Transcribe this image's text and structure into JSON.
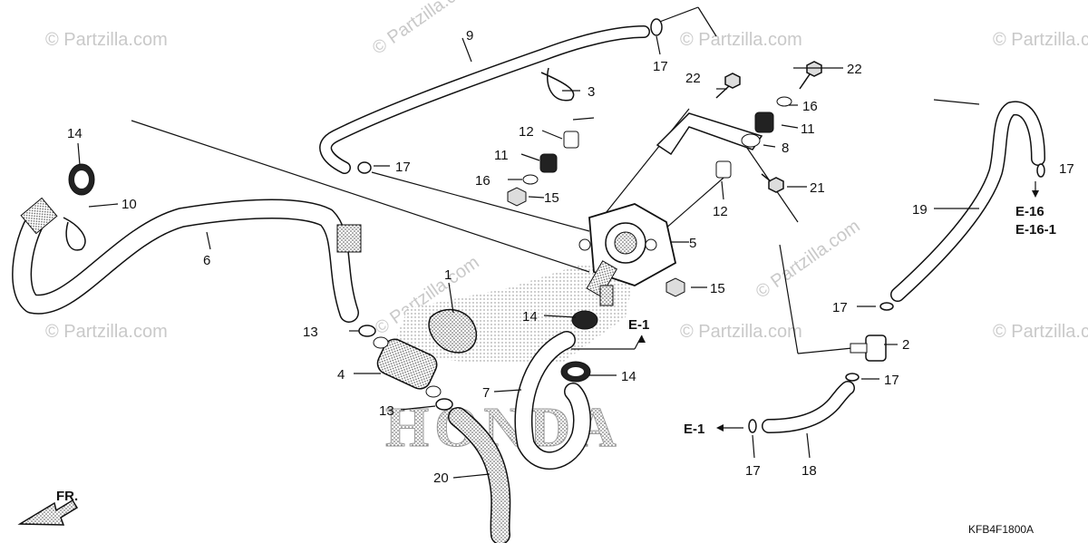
{
  "diagram": {
    "drawing_code": "KFB4F1800A",
    "watermark": "© Partzilla.com",
    "brand_logo": "HONDA",
    "direction_label": "FR.",
    "callouts": {
      "c1": "1",
      "c2": "2",
      "c3": "3",
      "c4": "4",
      "c5": "5",
      "c6": "6",
      "c7": "7",
      "c8": "8",
      "c9": "9",
      "c10": "10",
      "c11a": "11",
      "c11b": "11",
      "c12a": "12",
      "c12b": "12",
      "c13a": "13",
      "c13b": "13",
      "c14a": "14",
      "c14b": "14",
      "c14c": "14",
      "c15a": "15",
      "c15b": "15",
      "c16a": "16",
      "c16b": "16",
      "c17a": "17",
      "c17b": "17",
      "c17c": "17",
      "c17d": "17",
      "c17e": "17",
      "c17f": "17",
      "c18": "18",
      "c19": "19",
      "c20": "20",
      "c21": "21",
      "c22a": "22",
      "c22b": "22"
    },
    "references": {
      "r_e1_top": "E-1",
      "r_e1_bottom": "E-1",
      "r_e16": "E-16",
      "r_e161": "E-16-1"
    }
  }
}
